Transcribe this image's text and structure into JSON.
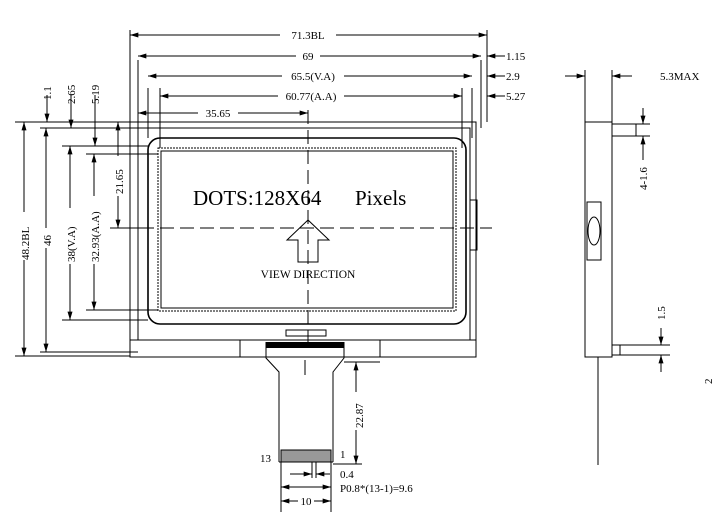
{
  "front_view": {
    "display_text": "DOTS:128X64",
    "display_unit": "Pixels",
    "view_direction": "VIEW DIRECTION",
    "dims_top": {
      "outline_width": "71.3BL",
      "bezel_width": "69",
      "viewing_area_width": "65.5(V.A)",
      "active_area_width": "60.77(A.A)",
      "center_offset_x": "35.65",
      "right_1": "1.15",
      "right_2": "2.9",
      "right_3": "5.27"
    },
    "dims_left": {
      "top_1": "1.1",
      "top_2": "2.65",
      "top_3": "5.19",
      "outline_height": "48.2BL",
      "bezel_height": "46",
      "viewing_area_height": "38(V.A)",
      "active_area_height": "32.93(A.A)",
      "center_offset_y": "21.65"
    },
    "fpc": {
      "length": "22.87",
      "pin_first": "1",
      "pin_last": "13",
      "pin_width": "0.4",
      "pitch": "P0.8*(13-1)=9.6",
      "width": "10"
    }
  },
  "side_view": {
    "thickness": "5.3MAX",
    "pin_top": "4-1.6",
    "pin_bottom": "1.5",
    "edge_label": "2"
  }
}
